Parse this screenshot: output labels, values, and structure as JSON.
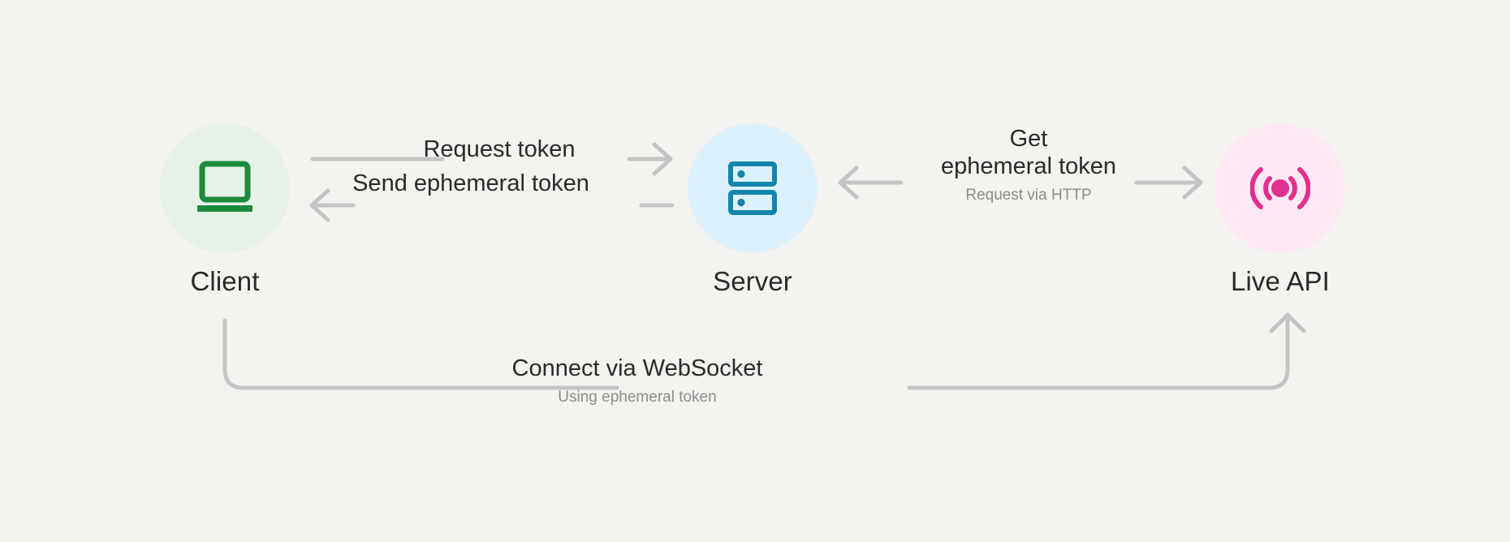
{
  "diagram": {
    "title": "Live API ephemeral token flow",
    "background_color": "#f4f3f0",
    "connector_color": "#c4c4c4",
    "text_color": "#2a2a2a",
    "subtext_color": "#8d8d8d"
  },
  "nodes": [
    {
      "id": "client",
      "label": "Client",
      "icon": "laptop-icon",
      "circle_color": "#e6f2e8",
      "icon_color": "#1e8a3c"
    },
    {
      "id": "server",
      "label": "Server",
      "icon": "server-icon",
      "circle_color": "#ddf1fd",
      "icon_color": "#1186ad"
    },
    {
      "id": "live-api",
      "label": "Live API",
      "icon": "broadcast-icon",
      "circle_color": "#fde8f3",
      "icon_color": "#e0318f"
    }
  ],
  "flows": [
    {
      "id": "request-token",
      "label": "Request token",
      "sublabel": "",
      "direction": "right",
      "from": "client",
      "to": "server"
    },
    {
      "id": "send-ephemeral-token",
      "label": "Send ephemeral token",
      "sublabel": "",
      "direction": "left",
      "from": "server",
      "to": "client"
    },
    {
      "id": "get-ephemeral-token",
      "label_line1": "Get",
      "label_line2": "ephemeral token",
      "sublabel": "Request via HTTP",
      "direction": "bidirectional",
      "from": "server",
      "to": "live-api"
    },
    {
      "id": "connect-websocket",
      "label": "Connect via WebSocket",
      "sublabel": "Using ephemeral token",
      "direction": "right",
      "from": "client",
      "to": "live-api"
    }
  ]
}
